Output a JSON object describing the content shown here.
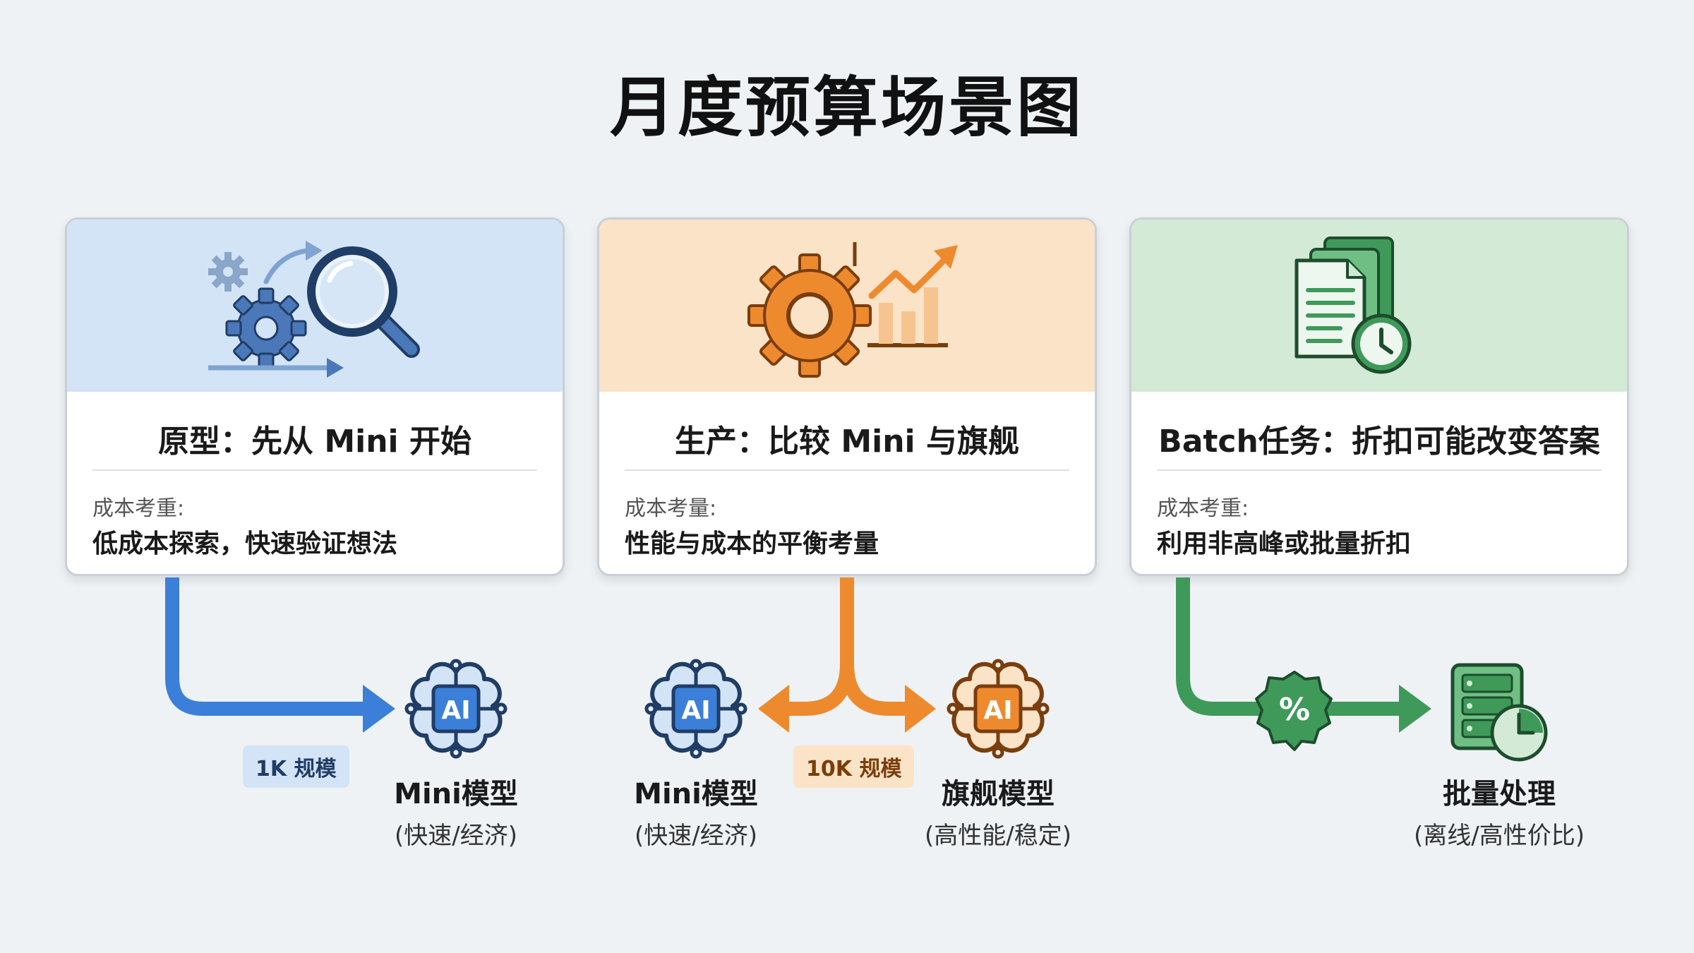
{
  "title": "月度预算场景图",
  "cards": [
    {
      "title": "原型：先从 Mini 开始",
      "label": "成本考重:",
      "value": "低成本探索，快速验证想法",
      "band_color": "#d4e4f7",
      "icon": "gear-magnifier-icon"
    },
    {
      "title": "生产：比较 Mini 与旗舰",
      "label": "成本考量:",
      "value": "性能与成本的平衡考量",
      "band_color": "#fbe3c8",
      "icon": "gear-chart-icon"
    },
    {
      "title": "Batch任务：折扣可能改变答案",
      "label": "成本考重:",
      "value": "利用非高峰或批量折扣",
      "band_color": "#d3ead6",
      "icon": "documents-clock-icon"
    }
  ],
  "flows": {
    "blue": "#3b7fd8",
    "orange": "#ee8a2e",
    "green": "#3f9a5a"
  },
  "tags": {
    "t1": "1K 规模",
    "t2": "10K 规模"
  },
  "nodes": {
    "mini1": {
      "name": "Mini模型",
      "desc": "(快速/经济)",
      "chip": "AI"
    },
    "mini2": {
      "name": "Mini模型",
      "desc": "(快速/经济)",
      "chip": "AI"
    },
    "flag": {
      "name": "旗舰模型",
      "desc": "(高性能/稳定)",
      "chip": "AI"
    },
    "batch": {
      "name": "批量处理",
      "desc": "(离线/高性价比)"
    },
    "discount_symbol": "%"
  }
}
